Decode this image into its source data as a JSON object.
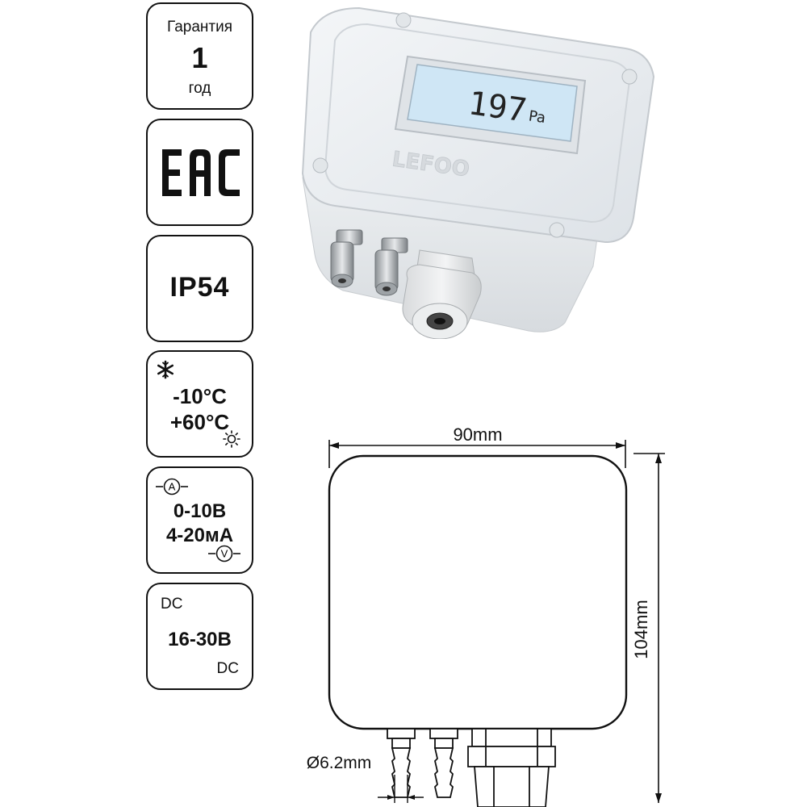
{
  "badges": {
    "warranty": {
      "title": "Гарантия",
      "value": "1",
      "unit": "год"
    },
    "certification": {
      "logo": "EAC",
      "icon": "eac-mark"
    },
    "protection": {
      "label": "IP54"
    },
    "temperature": {
      "min": "-10°C",
      "max": "+60°C",
      "icons": [
        "snowflake-icon",
        "sun-icon"
      ]
    },
    "output": {
      "voltage": "0-10В",
      "current": "4-20мА",
      "icons": [
        "ammeter-icon",
        "voltmeter-icon"
      ],
      "ammeter_letter": "A",
      "voltmeter_letter": "V"
    },
    "power": {
      "top": "DC",
      "voltage": "16-30В",
      "bottom": "DC"
    }
  },
  "device_photo": {
    "display_value": "197",
    "display_unit": "Pa",
    "brand": "LEFOO"
  },
  "dimensions": {
    "width": "90mm",
    "height": "104mm",
    "nozzle_diameter": "Ø6.2mm"
  },
  "colors": {
    "outline": "#111111",
    "lcd": "#cfe6f5",
    "housing": "#eef0f2"
  }
}
